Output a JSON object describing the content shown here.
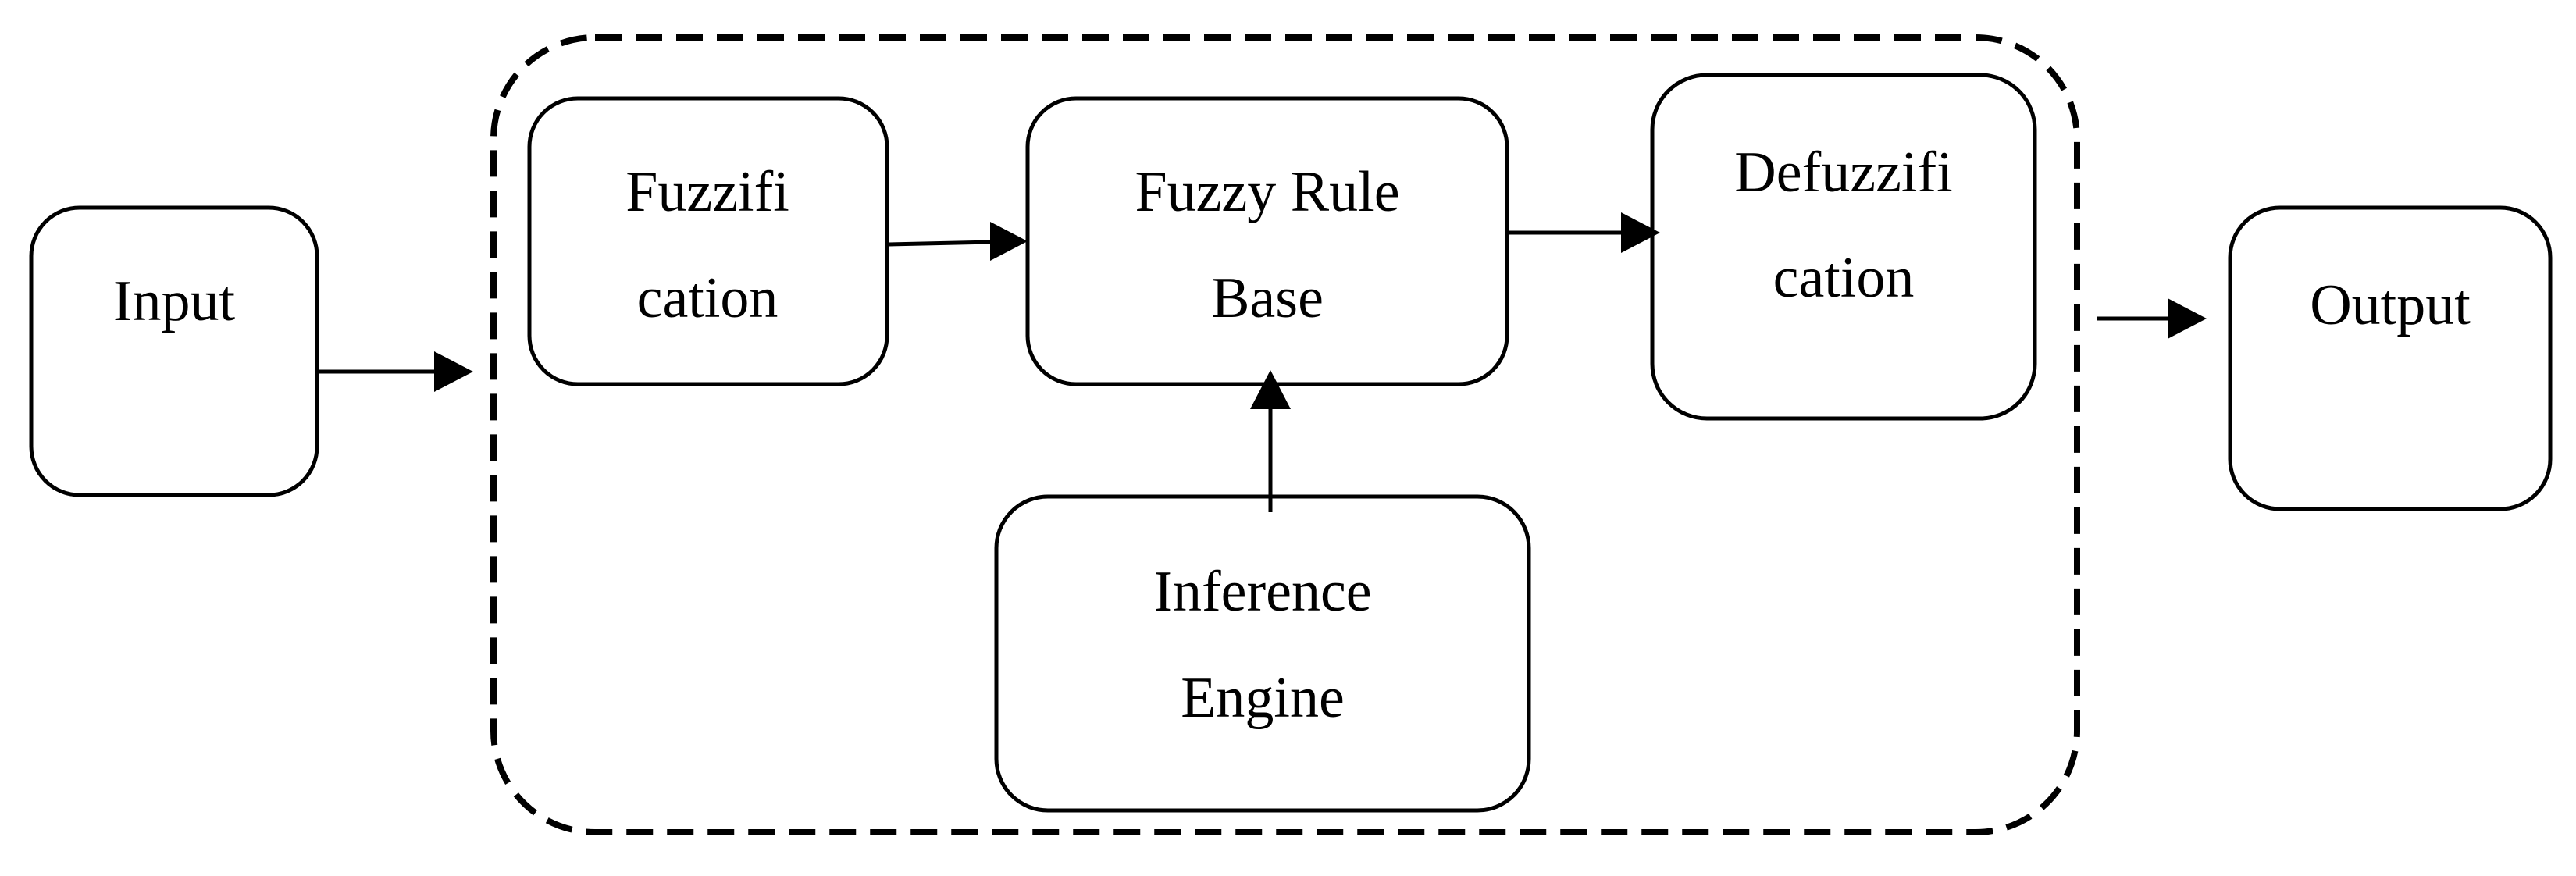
{
  "diagram": {
    "nodes": {
      "input": {
        "label": "Input"
      },
      "fuzzification": {
        "line1": "Fuzzifi",
        "line2": "cation"
      },
      "rule_base": {
        "line1": "Fuzzy Rule",
        "line2": "Base"
      },
      "defuzzification": {
        "line1": "Defuzzifi",
        "line2": "cation"
      },
      "inference_engine": {
        "line1": "Inference",
        "line2": "Engine"
      },
      "output": {
        "label": "Output"
      }
    },
    "edges": [
      {
        "from": "input",
        "to": "fuzzy-system-boundary"
      },
      {
        "from": "fuzzification",
        "to": "rule_base"
      },
      {
        "from": "rule_base",
        "to": "defuzzification"
      },
      {
        "from": "inference_engine",
        "to": "rule_base"
      },
      {
        "from": "fuzzy-system-boundary",
        "to": "output"
      }
    ],
    "colors": {
      "stroke": "#000000",
      "fill": "#ffffff"
    }
  }
}
